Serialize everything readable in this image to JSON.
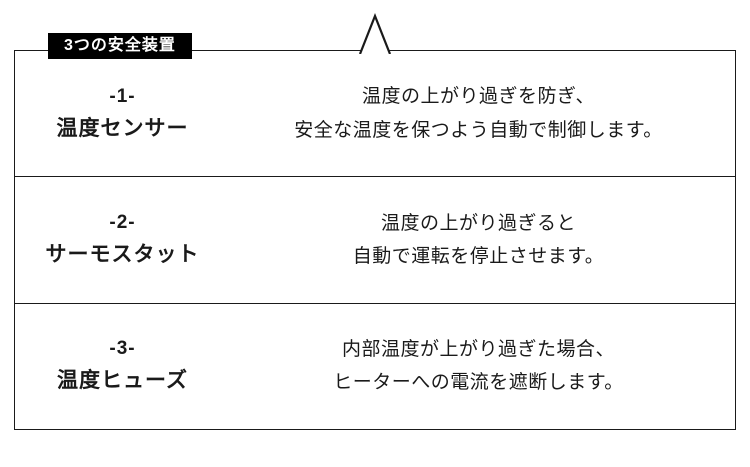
{
  "badge": {
    "label": "3つの安全装置"
  },
  "rows": [
    {
      "number": "-1-",
      "name": "温度センサー",
      "desc_line1": "温度の上がり過ぎを防ぎ、",
      "desc_line2": "安全な温度を保つよう自動で制御します。"
    },
    {
      "number": "-2-",
      "name": "サーモスタット",
      "desc_line1": "温度の上がり過ぎると",
      "desc_line2": "自動で運転を停止させます。"
    },
    {
      "number": "-3-",
      "name": "温度ヒューズ",
      "desc_line1": "内部温度が上がり過ぎた場合、",
      "desc_line2": "ヒーターへの電流を遮断します。"
    }
  ],
  "colors": {
    "border": "#1a1a1a",
    "badge_bg": "#000000",
    "badge_text": "#ffffff",
    "text": "#1a1a1a",
    "background": "#ffffff"
  }
}
